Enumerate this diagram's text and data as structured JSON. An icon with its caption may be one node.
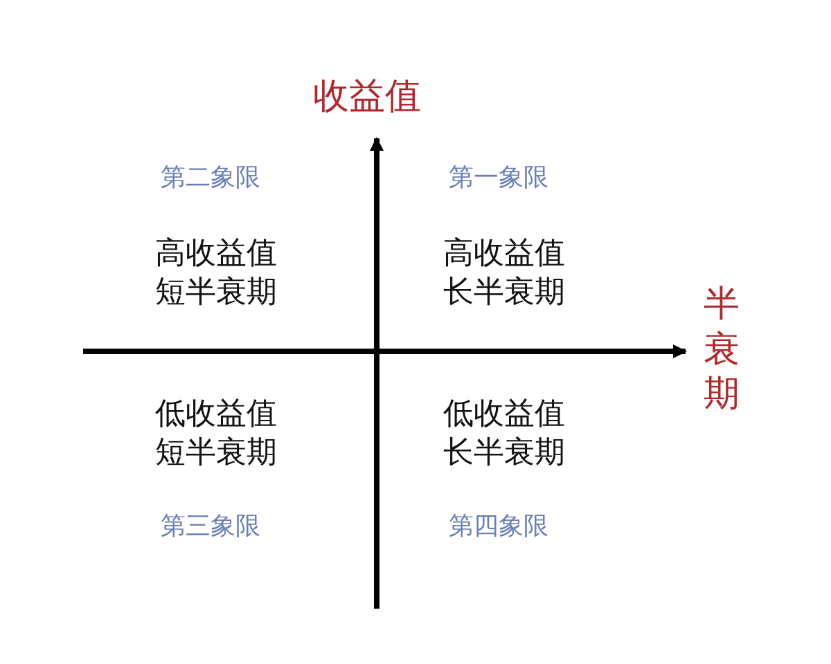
{
  "diagram": {
    "labels": [
      "收益值",
      "第二象限",
      "第一象限",
      "高收益值短半衰期",
      "高收益值长半衰期",
      "半衰期",
      "低收益值短半衰期",
      "低收益值长半衰期",
      "第三象限",
      "第四象限"
    ]
  }
}
